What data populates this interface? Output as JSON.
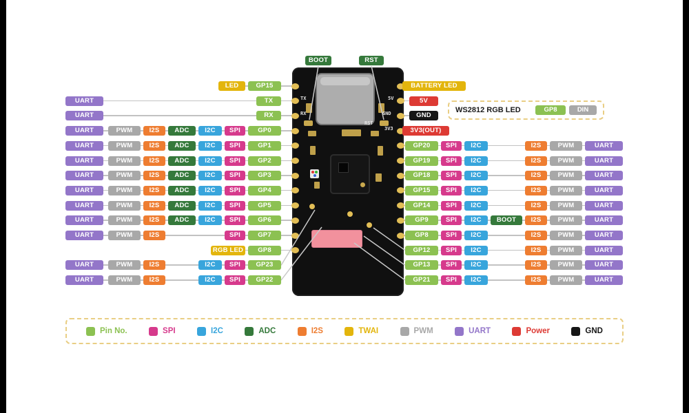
{
  "colors": {
    "pin": "#8CC152",
    "spi": "#D63A8C",
    "i2c": "#38A5DC",
    "adc": "#35793B",
    "i2s": "#EE7D31",
    "twai": "#E3B50C",
    "pwm": "#A8A8A8",
    "uart": "#9376C9",
    "power": "#DD3A34",
    "gnd": "#161616",
    "boot": "#35793B",
    "wire": "#C2C2C2",
    "dashed": "#E9CE84",
    "board": "#101010",
    "pad": "#E2BE56"
  },
  "top_labels": [
    {
      "label": "BOOT",
      "type": "boot"
    },
    {
      "label": "RST",
      "type": "boot"
    }
  ],
  "left_rows": [
    {
      "badges": [
        {
          "label": "LED",
          "type": "twai"
        },
        {
          "label": "GP15",
          "type": "pin"
        }
      ]
    },
    {
      "badges": [
        {
          "label": "UART",
          "type": "uart"
        },
        {
          "label": "TX",
          "type": "pin"
        }
      ]
    },
    {
      "badges": [
        {
          "label": "UART",
          "type": "uart"
        },
        {
          "label": "RX",
          "type": "pin"
        }
      ]
    },
    {
      "badges": [
        {
          "label": "UART",
          "type": "uart"
        },
        {
          "label": "PWM",
          "type": "pwm"
        },
        {
          "label": "I2S",
          "type": "i2s"
        },
        {
          "label": "ADC",
          "type": "adc"
        },
        {
          "label": "I2C",
          "type": "i2c"
        },
        {
          "label": "SPI",
          "type": "spi"
        },
        {
          "label": "GP0",
          "type": "pin"
        }
      ]
    },
    {
      "badges": [
        {
          "label": "UART",
          "type": "uart"
        },
        {
          "label": "PWM",
          "type": "pwm"
        },
        {
          "label": "I2S",
          "type": "i2s"
        },
        {
          "label": "ADC",
          "type": "adc"
        },
        {
          "label": "I2C",
          "type": "i2c"
        },
        {
          "label": "SPI",
          "type": "spi"
        },
        {
          "label": "GP1",
          "type": "pin"
        }
      ]
    },
    {
      "badges": [
        {
          "label": "UART",
          "type": "uart"
        },
        {
          "label": "PWM",
          "type": "pwm"
        },
        {
          "label": "I2S",
          "type": "i2s"
        },
        {
          "label": "ADC",
          "type": "adc"
        },
        {
          "label": "I2C",
          "type": "i2c"
        },
        {
          "label": "SPI",
          "type": "spi"
        },
        {
          "label": "GP2",
          "type": "pin"
        }
      ]
    },
    {
      "badges": [
        {
          "label": "UART",
          "type": "uart"
        },
        {
          "label": "PWM",
          "type": "pwm"
        },
        {
          "label": "I2S",
          "type": "i2s"
        },
        {
          "label": "ADC",
          "type": "adc"
        },
        {
          "label": "I2C",
          "type": "i2c"
        },
        {
          "label": "SPI",
          "type": "spi"
        },
        {
          "label": "GP3",
          "type": "pin"
        }
      ]
    },
    {
      "badges": [
        {
          "label": "UART",
          "type": "uart"
        },
        {
          "label": "PWM",
          "type": "pwm"
        },
        {
          "label": "I2S",
          "type": "i2s"
        },
        {
          "label": "ADC",
          "type": "adc"
        },
        {
          "label": "I2C",
          "type": "i2c"
        },
        {
          "label": "SPI",
          "type": "spi"
        },
        {
          "label": "GP4",
          "type": "pin"
        }
      ]
    },
    {
      "badges": [
        {
          "label": "UART",
          "type": "uart"
        },
        {
          "label": "PWM",
          "type": "pwm"
        },
        {
          "label": "I2S",
          "type": "i2s"
        },
        {
          "label": "ADC",
          "type": "adc"
        },
        {
          "label": "I2C",
          "type": "i2c"
        },
        {
          "label": "SPI",
          "type": "spi"
        },
        {
          "label": "GP5",
          "type": "pin"
        }
      ]
    },
    {
      "badges": [
        {
          "label": "UART",
          "type": "uart"
        },
        {
          "label": "PWM",
          "type": "pwm"
        },
        {
          "label": "I2S",
          "type": "i2s"
        },
        {
          "label": "ADC",
          "type": "adc"
        },
        {
          "label": "I2C",
          "type": "i2c"
        },
        {
          "label": "SPI",
          "type": "spi"
        },
        {
          "label": "GP6",
          "type": "pin"
        }
      ]
    },
    {
      "badges": [
        {
          "label": "UART",
          "type": "uart"
        },
        {
          "label": "PWM",
          "type": "pwm"
        },
        {
          "label": "I2S",
          "type": "i2s"
        },
        {
          "label": "SPI",
          "type": "spi"
        },
        {
          "label": "GP7",
          "type": "pin"
        }
      ]
    },
    {
      "badges": [
        {
          "label": "RGB LED",
          "type": "twai"
        },
        {
          "label": "GP8",
          "type": "pin"
        }
      ]
    },
    {
      "badges": [
        {
          "label": "UART",
          "type": "uart"
        },
        {
          "label": "PWM",
          "type": "pwm"
        },
        {
          "label": "I2S",
          "type": "i2s"
        },
        {
          "label": "I2C",
          "type": "i2c"
        },
        {
          "label": "SPI",
          "type": "spi"
        },
        {
          "label": "GP23",
          "type": "pin"
        }
      ]
    },
    {
      "badges": [
        {
          "label": "UART",
          "type": "uart"
        },
        {
          "label": "PWM",
          "type": "pwm"
        },
        {
          "label": "I2S",
          "type": "i2s"
        },
        {
          "label": "I2C",
          "type": "i2c"
        },
        {
          "label": "SPI",
          "type": "spi"
        },
        {
          "label": "GP22",
          "type": "pin"
        }
      ]
    }
  ],
  "right_rows": [
    {
      "badges": [
        {
          "label": "BATTERY LED",
          "type": "twai"
        }
      ]
    },
    {
      "badges": [
        {
          "label": "5V",
          "type": "power"
        }
      ]
    },
    {
      "badges": [
        {
          "label": "GND",
          "type": "gnd"
        }
      ]
    },
    {
      "badges": [
        {
          "label": "3V3(OUT)",
          "type": "power"
        }
      ]
    },
    {
      "badges": [
        {
          "label": "GP20",
          "type": "pin"
        },
        {
          "label": "SPI",
          "type": "spi"
        },
        {
          "label": "I2C",
          "type": "i2c"
        },
        {
          "label": "I2S",
          "type": "i2s"
        },
        {
          "label": "PWM",
          "type": "pwm"
        },
        {
          "label": "UART",
          "type": "uart"
        }
      ]
    },
    {
      "badges": [
        {
          "label": "GP19",
          "type": "pin"
        },
        {
          "label": "SPI",
          "type": "spi"
        },
        {
          "label": "I2C",
          "type": "i2c"
        },
        {
          "label": "I2S",
          "type": "i2s"
        },
        {
          "label": "PWM",
          "type": "pwm"
        },
        {
          "label": "UART",
          "type": "uart"
        }
      ]
    },
    {
      "badges": [
        {
          "label": "GP18",
          "type": "pin"
        },
        {
          "label": "SPI",
          "type": "spi"
        },
        {
          "label": "I2C",
          "type": "i2c"
        },
        {
          "label": "I2S",
          "type": "i2s"
        },
        {
          "label": "PWM",
          "type": "pwm"
        },
        {
          "label": "UART",
          "type": "uart"
        }
      ]
    },
    {
      "badges": [
        {
          "label": "GP15",
          "type": "pin"
        },
        {
          "label": "SPI",
          "type": "spi"
        },
        {
          "label": "I2C",
          "type": "i2c"
        },
        {
          "label": "I2S",
          "type": "i2s"
        },
        {
          "label": "PWM",
          "type": "pwm"
        },
        {
          "label": "UART",
          "type": "uart"
        }
      ]
    },
    {
      "badges": [
        {
          "label": "GP14",
          "type": "pin"
        },
        {
          "label": "SPI",
          "type": "spi"
        },
        {
          "label": "I2C",
          "type": "i2c"
        },
        {
          "label": "I2S",
          "type": "i2s"
        },
        {
          "label": "PWM",
          "type": "pwm"
        },
        {
          "label": "UART",
          "type": "uart"
        }
      ]
    },
    {
      "badges": [
        {
          "label": "GP9",
          "type": "pin"
        },
        {
          "label": "SPI",
          "type": "spi"
        },
        {
          "label": "I2C",
          "type": "i2c"
        },
        {
          "label": "BOOT",
          "type": "boot"
        },
        {
          "label": "I2S",
          "type": "i2s"
        },
        {
          "label": "PWM",
          "type": "pwm"
        },
        {
          "label": "UART",
          "type": "uart"
        }
      ]
    },
    {
      "badges": [
        {
          "label": "GP8",
          "type": "pin"
        },
        {
          "label": "SPI",
          "type": "spi"
        },
        {
          "label": "I2C",
          "type": "i2c"
        },
        {
          "label": "I2S",
          "type": "i2s"
        },
        {
          "label": "PWM",
          "type": "pwm"
        },
        {
          "label": "UART",
          "type": "uart"
        }
      ]
    },
    {
      "badges": [
        {
          "label": "GP12",
          "type": "pin"
        },
        {
          "label": "SPI",
          "type": "spi"
        },
        {
          "label": "I2C",
          "type": "i2c"
        },
        {
          "label": "I2S",
          "type": "i2s"
        },
        {
          "label": "PWM",
          "type": "pwm"
        },
        {
          "label": "UART",
          "type": "uart"
        }
      ]
    },
    {
      "badges": [
        {
          "label": "GP13",
          "type": "pin"
        },
        {
          "label": "SPI",
          "type": "spi"
        },
        {
          "label": "I2C",
          "type": "i2c"
        },
        {
          "label": "I2S",
          "type": "i2s"
        },
        {
          "label": "PWM",
          "type": "pwm"
        },
        {
          "label": "UART",
          "type": "uart"
        }
      ]
    },
    {
      "badges": [
        {
          "label": "GP21",
          "type": "pin"
        },
        {
          "label": "SPI",
          "type": "spi"
        },
        {
          "label": "I2C",
          "type": "i2c"
        },
        {
          "label": "I2S",
          "type": "i2s"
        },
        {
          "label": "PWM",
          "type": "pwm"
        },
        {
          "label": "UART",
          "type": "uart"
        }
      ]
    }
  ],
  "ws2812": {
    "title": "WS2812 RGB LED",
    "badges": [
      {
        "label": "GP8",
        "type": "pin"
      },
      {
        "label": "DIN",
        "type": "pwm"
      }
    ]
  },
  "board_silk": {
    "tx": "TX",
    "rx": "RX",
    "v5": "5V",
    "gnd": "GND",
    "v33": "3V3",
    "rst": "RST"
  },
  "legend": [
    {
      "label": "Pin No.",
      "type": "pin"
    },
    {
      "label": "SPI",
      "type": "spi"
    },
    {
      "label": "I2C",
      "type": "i2c"
    },
    {
      "label": "ADC",
      "type": "adc"
    },
    {
      "label": "I2S",
      "type": "i2s"
    },
    {
      "label": "TWAI",
      "type": "twai"
    },
    {
      "label": "PWM",
      "type": "pwm"
    },
    {
      "label": "UART",
      "type": "uart"
    },
    {
      "label": "Power",
      "type": "power"
    },
    {
      "label": "GND",
      "type": "gnd"
    }
  ]
}
